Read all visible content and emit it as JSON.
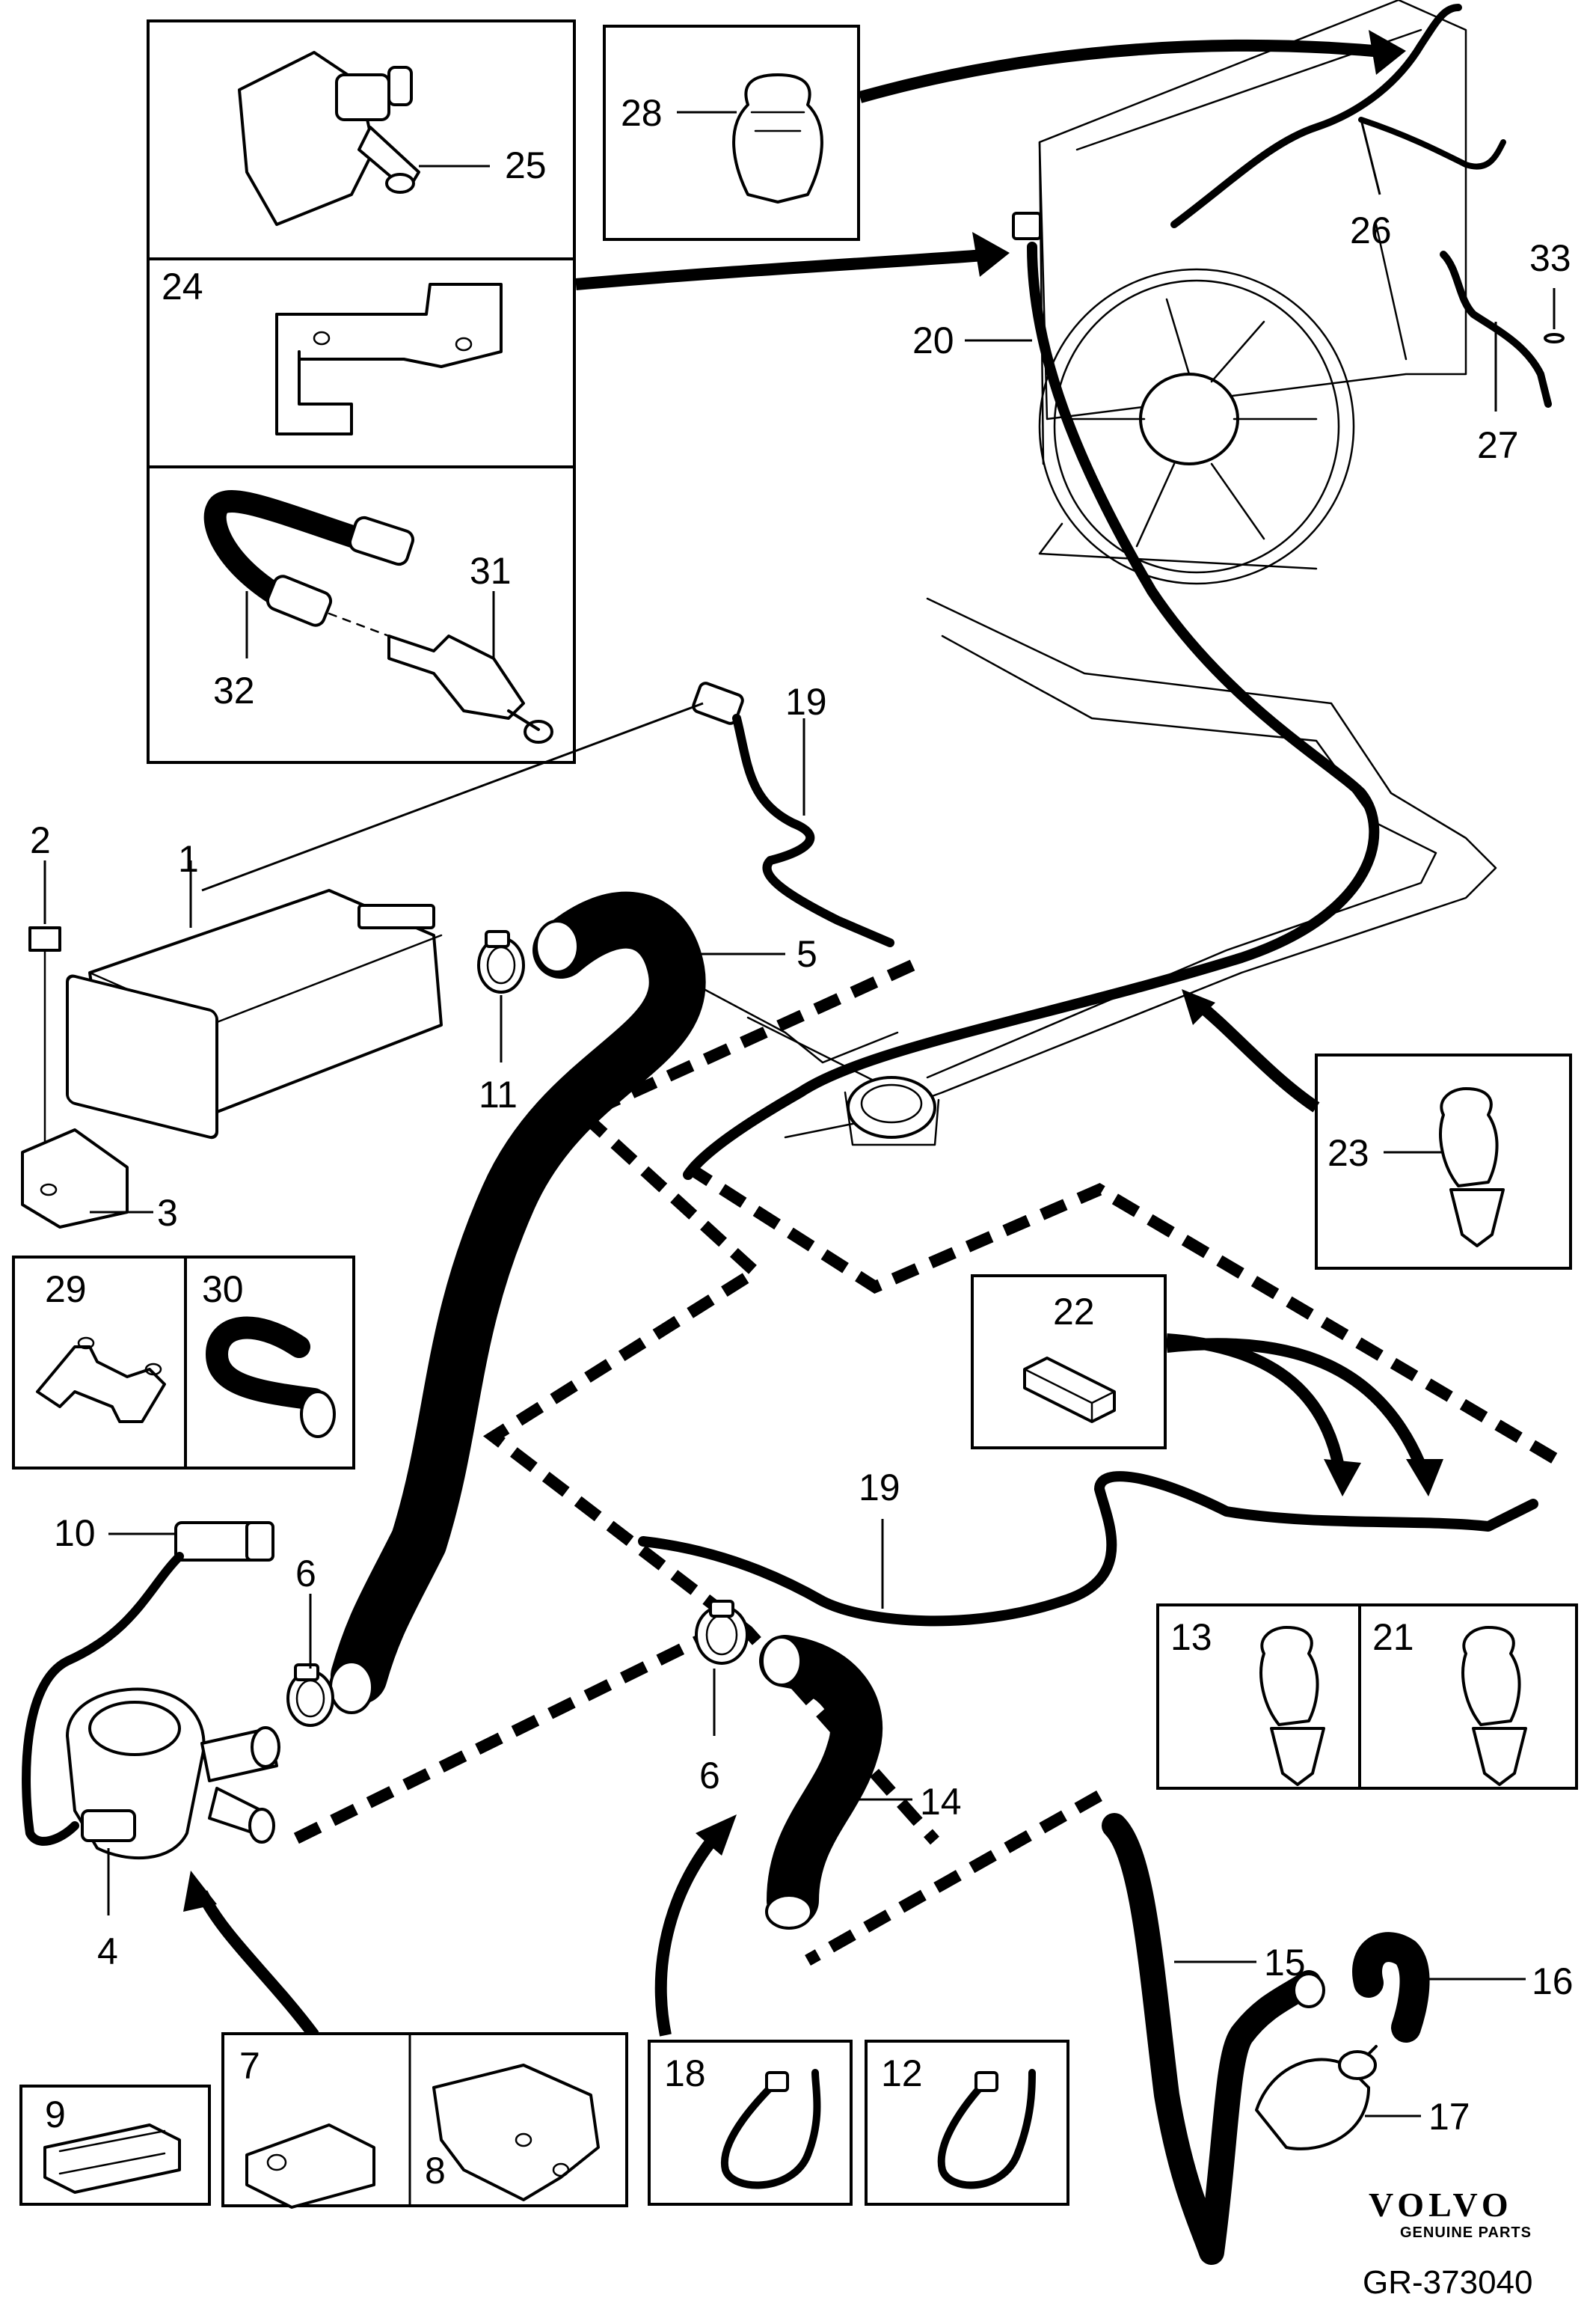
{
  "labels": {
    "p1": "1",
    "p2": "2",
    "p3": "3",
    "p4": "4",
    "p5": "5",
    "p6a": "6",
    "p6b": "6",
    "p7": "7",
    "p8": "8",
    "p9": "9",
    "p10": "10",
    "p11": "11",
    "p12": "12",
    "p13": "13",
    "p14": "14",
    "p15": "15",
    "p16": "16",
    "p17": "17",
    "p18": "18",
    "p19a": "19",
    "p19b": "19",
    "p20": "20",
    "p21": "21",
    "p22": "22",
    "p23": "23",
    "p24": "24",
    "p25": "25",
    "p26": "26",
    "p27": "27",
    "p28": "28",
    "p29": "29",
    "p30": "30",
    "p31": "31",
    "p32": "32",
    "p33": "33"
  },
  "branding": {
    "logo_text": "VOLVO",
    "logo_subtext": "GENUINE PARTS",
    "reference": "GR-373040"
  }
}
